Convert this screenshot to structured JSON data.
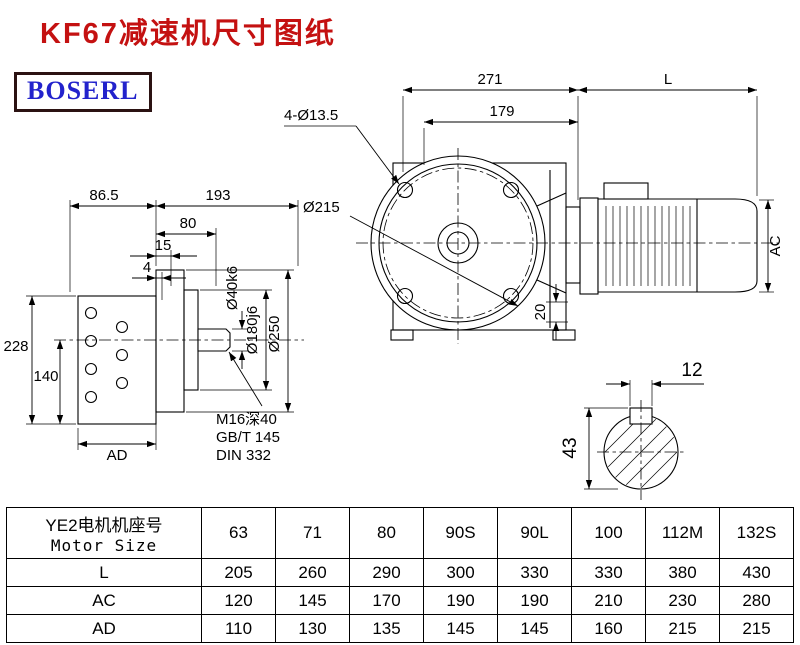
{
  "page": {
    "title": "KF67减速机尺寸图纸",
    "logo_text": "BOSERL"
  },
  "colors": {
    "title_red": "#c41111",
    "logo_blue": "#2222cc",
    "logo_border": "#2b1212",
    "line_black": "#000000"
  },
  "left_view": {
    "dim_86_5": "86.5",
    "dim_193": "193",
    "dim_80": "80",
    "dim_15": "15",
    "dim_4": "4",
    "dim_228": "228",
    "dim_140": "140",
    "dim_ad": "AD",
    "dia_shaft": "Ø40k6",
    "dia_spigot": "Ø180j6",
    "dia_flange": "Ø250",
    "note_thread": "M16深40",
    "note_gb": "GB/T 145",
    "note_din": "DIN 332"
  },
  "front_view": {
    "dim_271": "271",
    "dim_179": "179",
    "dim_l": "L",
    "bolt_holes": "4-Ø13.5",
    "dia_flange": "Ø215",
    "dim_20": "20",
    "dim_ac": "AC"
  },
  "shaft_view": {
    "dim_key_width": "12",
    "dim_height": "43"
  },
  "table": {
    "header_cn": "YE2电机机座号",
    "header_en": "Motor Size",
    "sizes": [
      "63",
      "71",
      "80",
      "90S",
      "90L",
      "100",
      "112M",
      "132S"
    ],
    "rows": [
      {
        "label": "L",
        "values": [
          "205",
          "260",
          "290",
          "300",
          "330",
          "330",
          "380",
          "430"
        ]
      },
      {
        "label": "AC",
        "values": [
          "120",
          "145",
          "170",
          "190",
          "190",
          "210",
          "230",
          "280"
        ]
      },
      {
        "label": "AD",
        "values": [
          "110",
          "130",
          "135",
          "145",
          "145",
          "160",
          "215",
          "215"
        ]
      }
    ]
  }
}
